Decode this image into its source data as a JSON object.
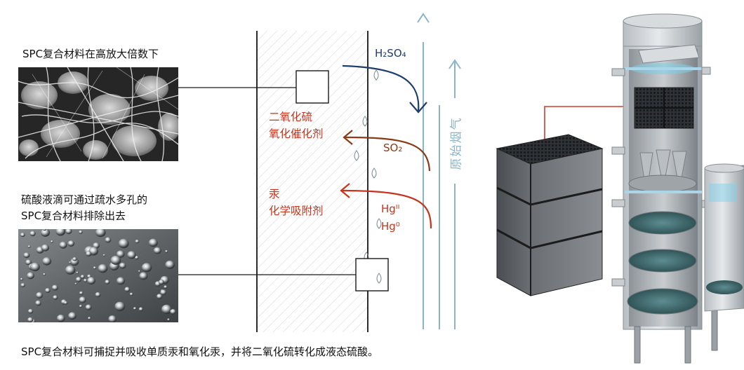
{
  "captions": {
    "microscope": "SPC复合材料在高放大倍数下",
    "droplets_line1": "硫酸液滴可通过疏水多孔的",
    "droplets_line2": "SPC复合材料排除出去",
    "bottom": "SPC复合材料可捕捉并吸收单质汞和氧化汞，并将二氧化硫转化成液态硫酸。"
  },
  "labels": {
    "h2so4": "H₂SO₄",
    "so2": "SO₂",
    "hg2": "Hgᴵᴵ",
    "hg0": "Hg⁰",
    "so2_catalyst_1": "二氧化硫",
    "so2_catalyst_2": "氧化催化剂",
    "mercury_1": "汞",
    "mercury_2": "化学吸附剂",
    "raw_flue_gas": "原始烟气"
  },
  "colors": {
    "navy_arrow": "#1d3d6e",
    "brown_arrow": "#8a3a14",
    "red_arrow": "#c8331c",
    "gas_flow": "#8cb4c9"
  }
}
